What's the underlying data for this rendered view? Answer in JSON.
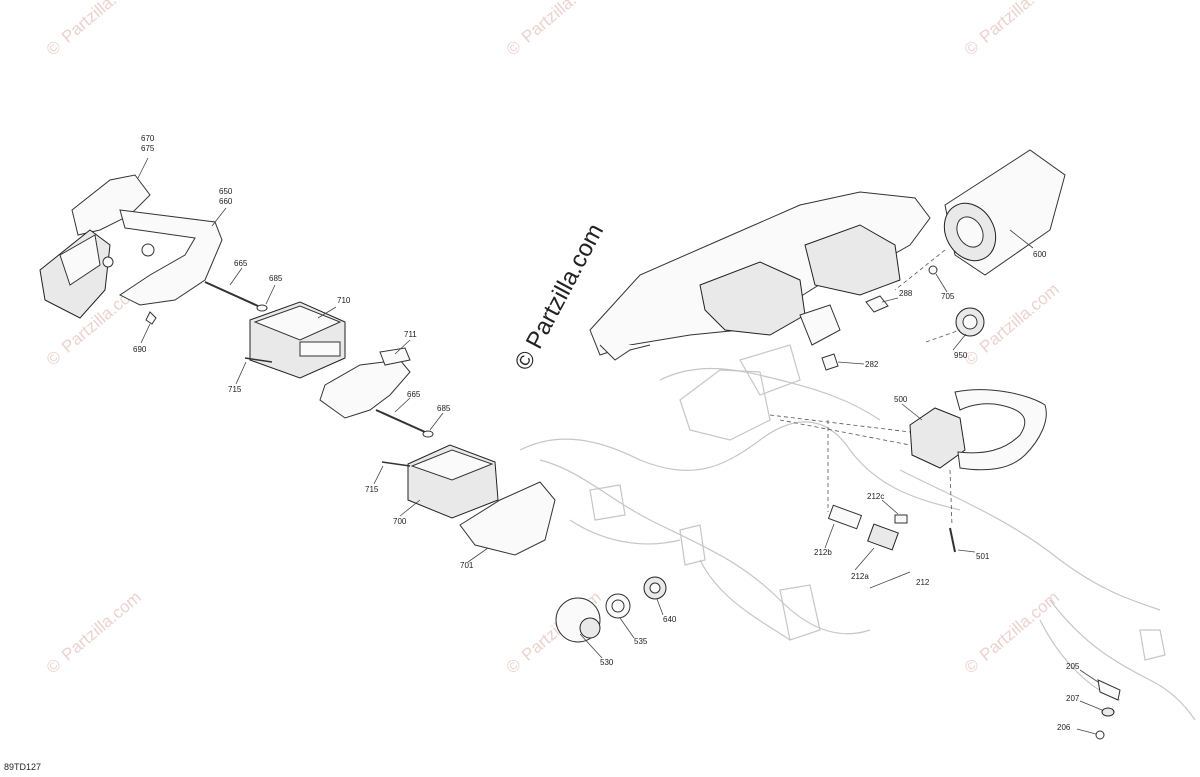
{
  "diagram": {
    "code": "89TD127",
    "watermark_text": "Partzilla.com",
    "watermark_symbol": "©",
    "center_watermark": "© Partzilla.com",
    "callouts": {
      "c670": "670",
      "c675": "675",
      "c650": "650",
      "c660": "660",
      "c665a": "665",
      "c685a": "685",
      "c710": "710",
      "c690": "690",
      "c715a": "715",
      "c711": "711",
      "c665b": "665",
      "c685b": "685",
      "c715b": "715",
      "c700": "700",
      "c701": "701",
      "c530": "530",
      "c535": "535",
      "c640": "640",
      "c600": "600",
      "c705": "705",
      "c288": "288",
      "c950": "950",
      "c282": "282",
      "c500": "500",
      "c212c": "212c",
      "c212b": "212b",
      "c212a": "212a",
      "c212": "212",
      "c501": "501",
      "c205": "205",
      "c207": "207",
      "c206": "206"
    }
  }
}
